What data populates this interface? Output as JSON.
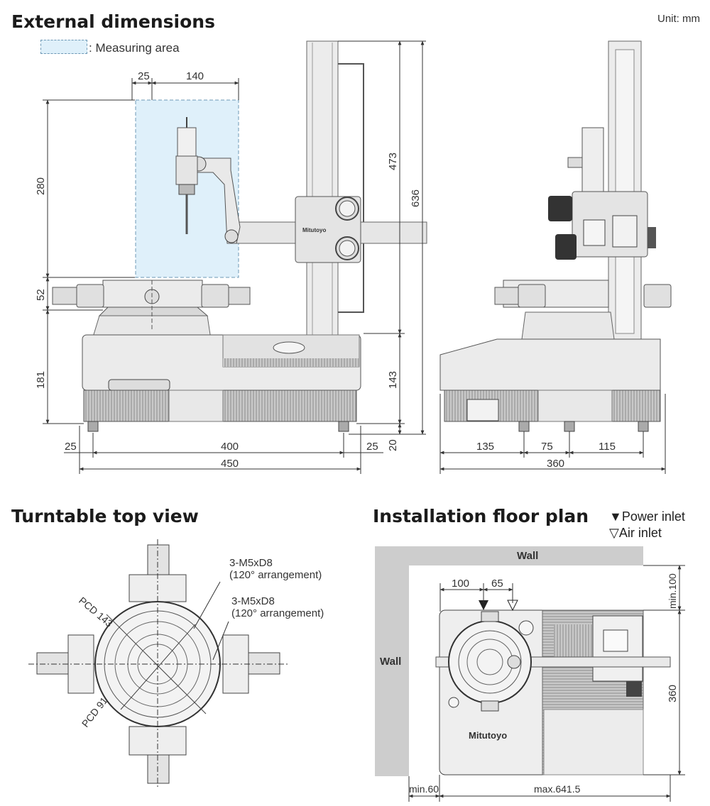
{
  "titles": {
    "external": "External dimensions",
    "turntable": "Turntable top view",
    "floor": "Installation floor plan"
  },
  "unit": "Unit: mm",
  "legend": {
    "label": ": Measuring area",
    "swatch_color": "#dff0fa"
  },
  "inlets": {
    "power": "▼Power inlet",
    "air": "▽Air inlet"
  },
  "front_view": {
    "dims": {
      "d25_top": "25",
      "d140": "140",
      "d280": "280",
      "d52": "52",
      "d181": "181",
      "d473": "473",
      "d636": "636",
      "d143": "143",
      "d20": "20",
      "d25_left": "25",
      "d400": "400",
      "d25_right": "25",
      "d450": "450"
    },
    "brand": "Mitutoyo"
  },
  "side_view": {
    "dims": {
      "d135": "135",
      "d75": "75",
      "d115": "115",
      "d360": "360"
    }
  },
  "turntable": {
    "note1_line1": "3-M5xD8",
    "note1_line2": "(120° arrangement)",
    "note2_line1": "3-M5xD8",
    "note2_line2": "(120° arrangement)",
    "pcd143": "PCD 143",
    "pcd91": "PCD 91"
  },
  "floor_plan": {
    "wall_top": "Wall",
    "wall_left": "Wall",
    "d100": "100",
    "d65": "65",
    "min100": "min.100",
    "d360": "360",
    "min60": "min.60",
    "max641": "max.641.5",
    "brand": "Mitutoyo"
  }
}
